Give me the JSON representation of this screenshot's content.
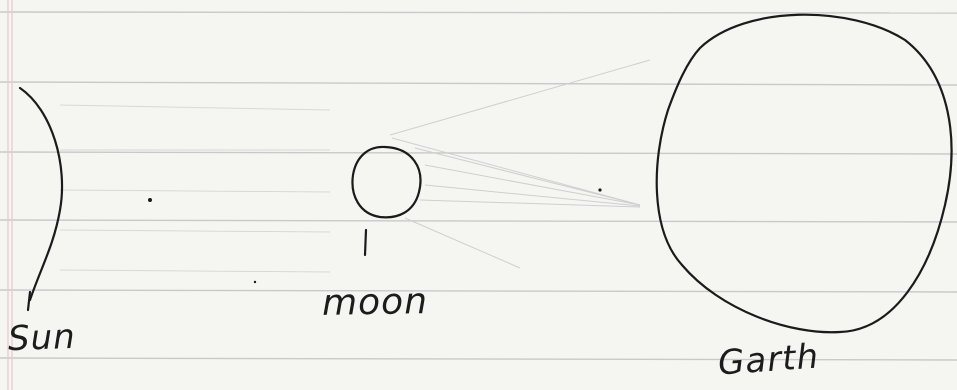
{
  "diagram": {
    "labels": {
      "sun": "Sun",
      "moon": "moon",
      "earth": "Garth"
    }
  }
}
